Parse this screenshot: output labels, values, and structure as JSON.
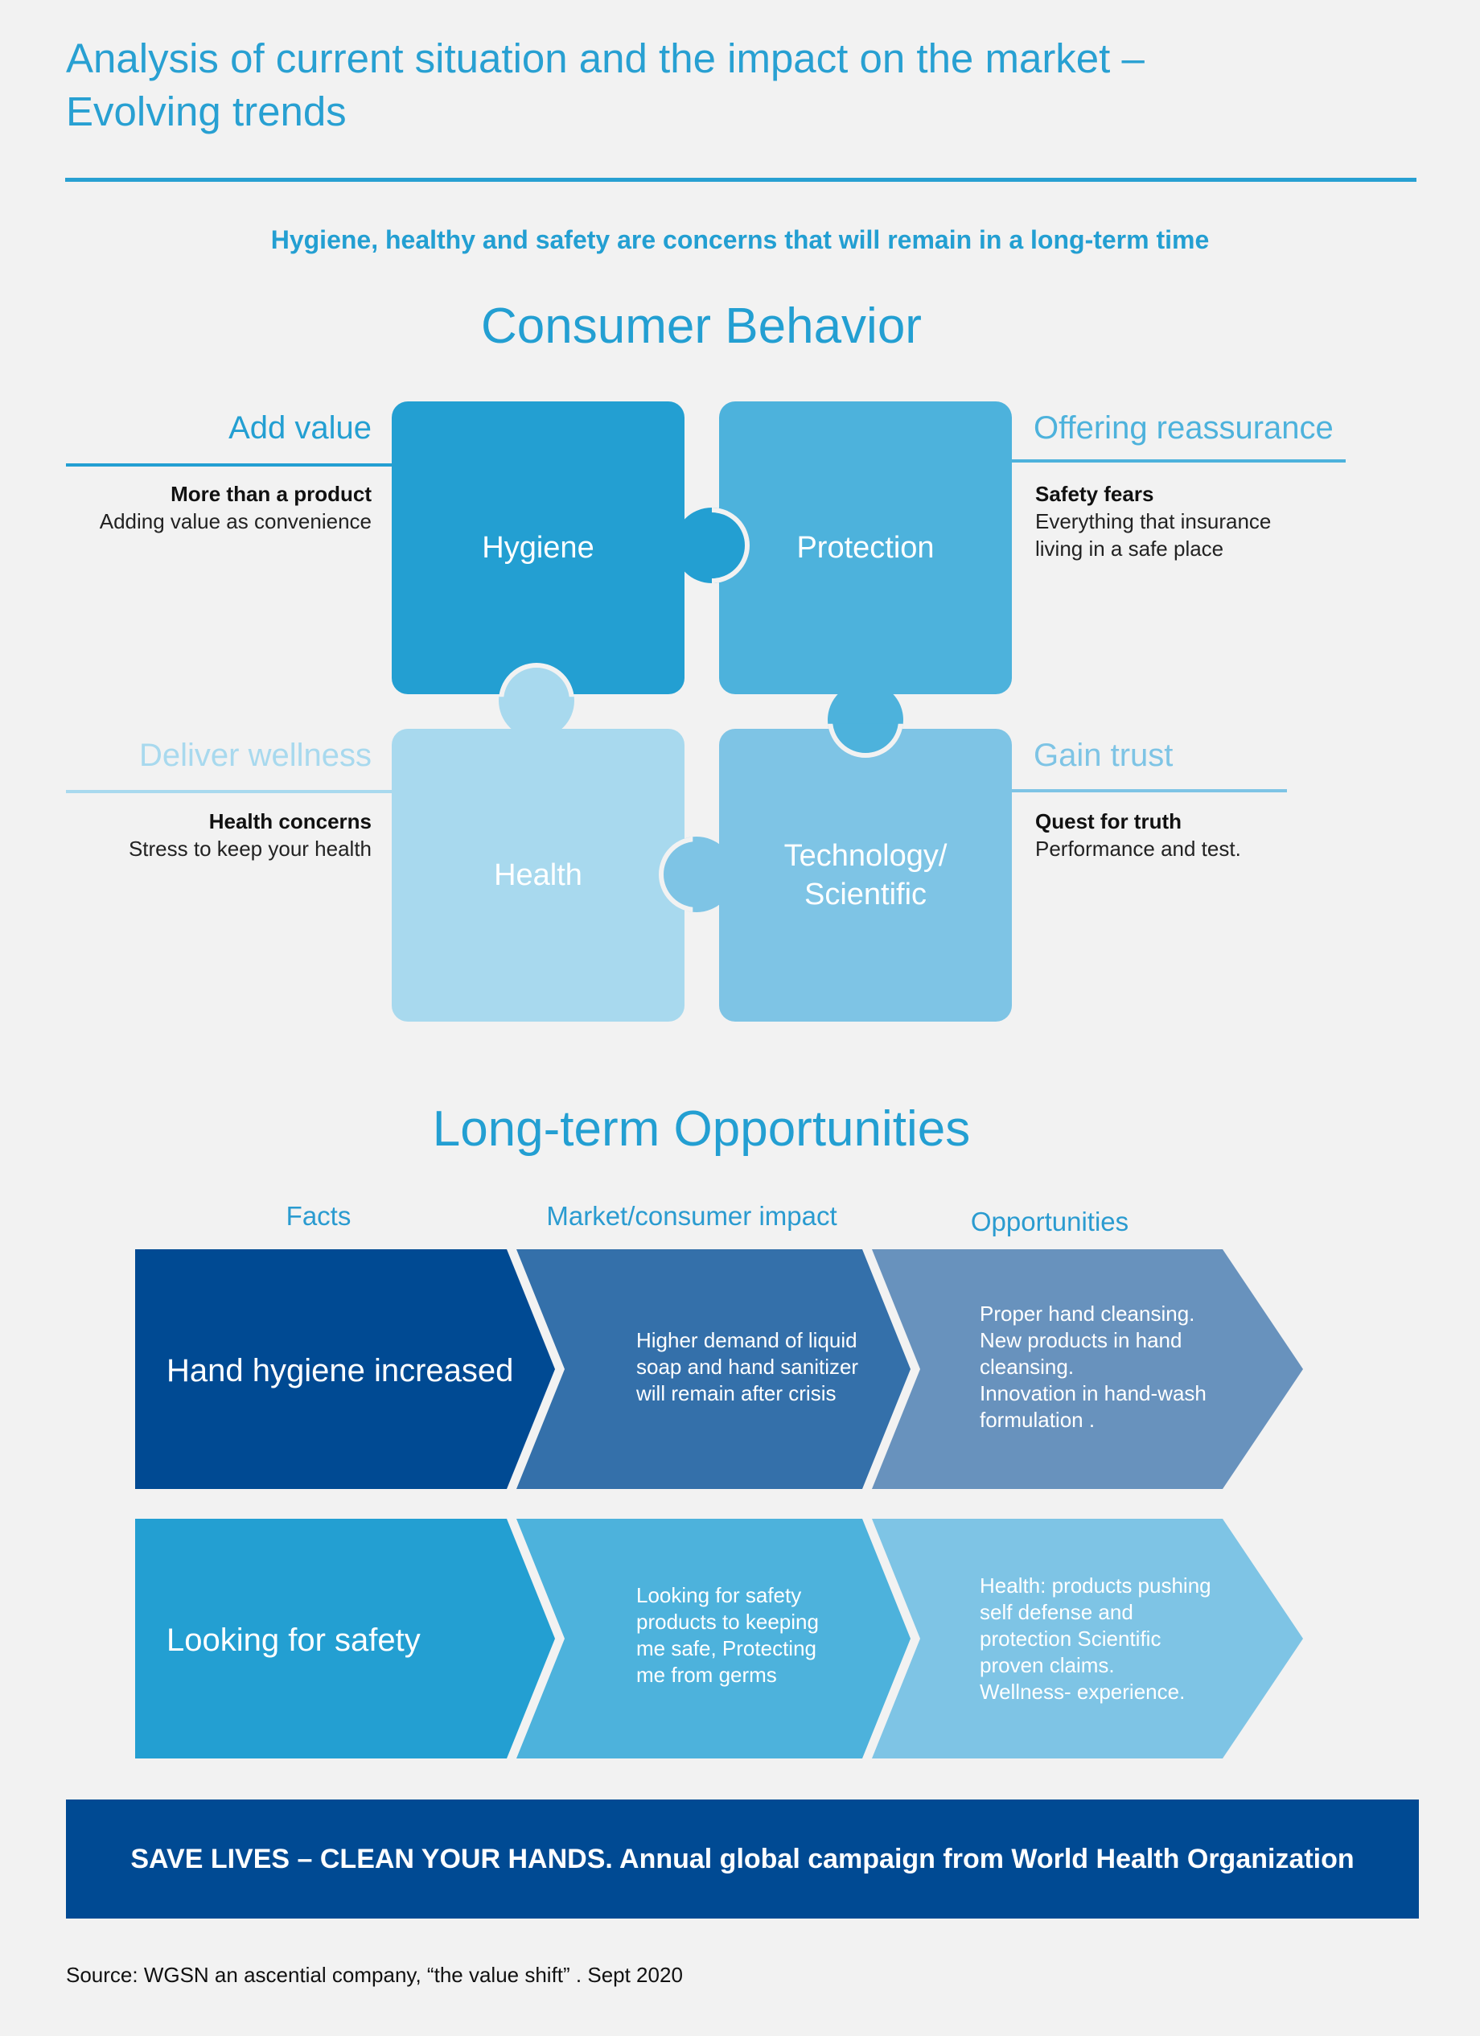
{
  "header": {
    "title_line1": "Analysis of current situation and the impact on the market –",
    "title_line2": "Evolving trends",
    "subtitle": "Hygiene, healthy and safety are concerns that will remain in a long-term time"
  },
  "consumer_behavior": {
    "title": "Consumer Behavior",
    "tiles": {
      "hygiene": "Hygiene",
      "protection": "Protection",
      "health": "Health",
      "technology_line1": "Technology/",
      "technology_line2": "Scientific"
    },
    "add_value": {
      "heading": "Add value",
      "bold": "More than a product",
      "text": "Adding value as convenience"
    },
    "reassurance": {
      "heading": "Offering reassurance",
      "bold": "Safety fears",
      "line1": "Everything that insurance",
      "line2": "living in a safe place"
    },
    "wellness": {
      "heading": "Deliver wellness",
      "bold": "Health concerns",
      "text": "Stress to keep your health"
    },
    "trust": {
      "heading": "Gain trust",
      "bold": "Quest for truth",
      "text": "Performance and test."
    }
  },
  "opportunities": {
    "title": "Long-term Opportunities",
    "columns": {
      "facts": "Facts",
      "impact": "Market/consumer impact",
      "opps": "Opportunities"
    },
    "rows": [
      {
        "fact": "Hand hygiene increased",
        "impact": [
          "Higher demand of liquid",
          "soap and hand sanitizer",
          "will remain after crisis"
        ],
        "opportunity": [
          "Proper hand cleansing.",
          "New products in hand",
          "cleansing.",
          "Innovation in hand-wash",
          "formulation ."
        ]
      },
      {
        "fact": "Looking for safety",
        "impact": [
          "Looking for safety",
          "products to keeping",
          "me safe,  Protecting",
          "me from germs"
        ],
        "opportunity": [
          "Health: products pushing",
          "self defense and",
          "protection Scientific",
          "proven claims.",
          "Wellness- experience."
        ]
      }
    ]
  },
  "banner": "SAVE LIVES – CLEAN YOUR HANDS. Annual global campaign from World Health Organization",
  "source": "Source: WGSN an ascential company, “the value shift” . Sept 2020",
  "colors": {
    "accent": "#28a0d2",
    "hygiene": "#239fd2",
    "protection": "#4db2dc",
    "health": "#a8d9ee",
    "technology": "#7ec4e5",
    "row1": [
      "#004a93",
      "#3470aa",
      "#6892bd"
    ],
    "row2": [
      "#239fd2",
      "#4db2dc",
      "#7ec4e5"
    ],
    "banner": "#004a93"
  }
}
